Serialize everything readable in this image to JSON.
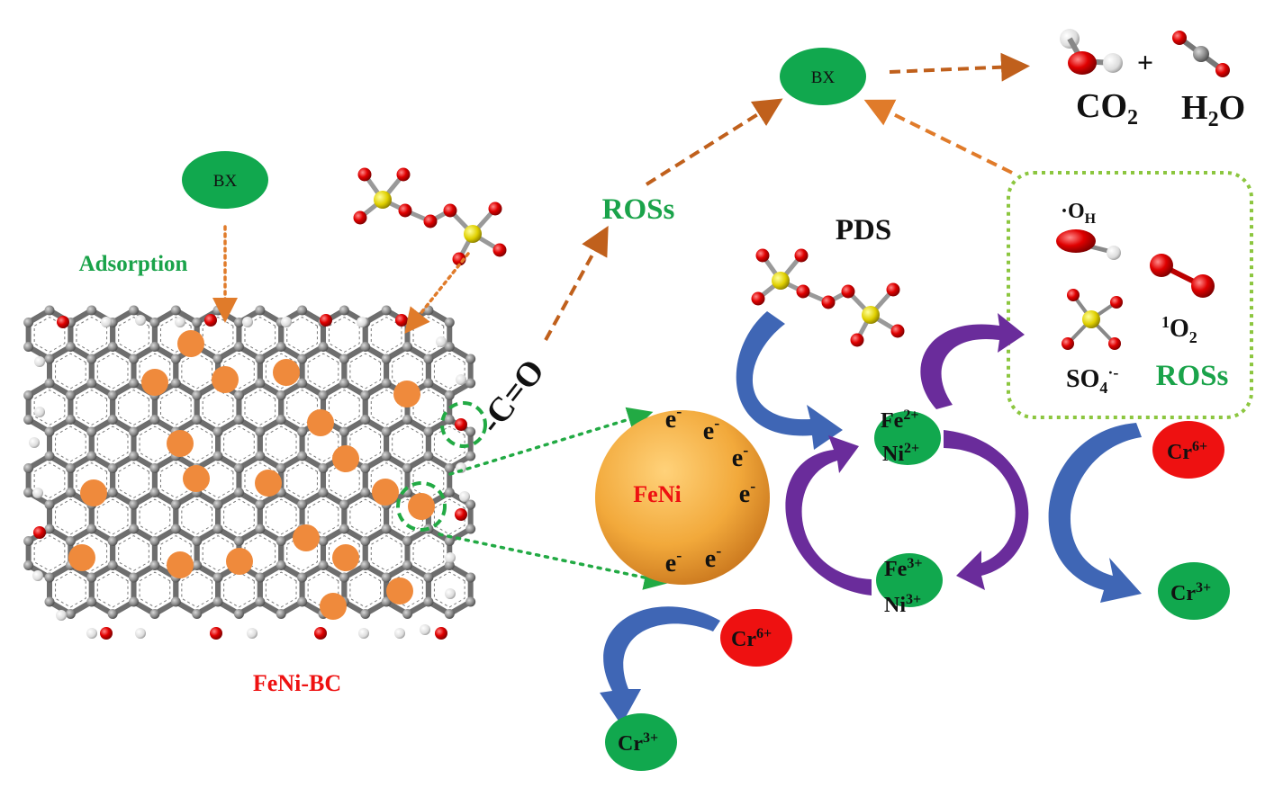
{
  "labels": {
    "bx_top": "BX",
    "bx_left": "BX",
    "adsorption": "Adsorption",
    "ross_center": "ROSs",
    "ross_box": "ROSs",
    "pds": "PDS",
    "carbonyl": "-C=O",
    "feni": "FeNi",
    "feni_bc": "FeNi-BC",
    "plus": "+",
    "co2": "CO",
    "co2_sub": "2",
    "h2o_h": "H",
    "h2o_sub": "2",
    "h2o_o": "O",
    "oh_radical": "·O",
    "oh_radical_sub": "H",
    "singlet_pre": "1",
    "singlet_o": "O",
    "singlet_sub": "2",
    "so4_base": "SO",
    "so4_sub": "4",
    "so4_sup": "·-",
    "fe2": "Fe",
    "fe2_sup": "2+",
    "ni2": "Ni",
    "ni2_sup": "2+",
    "fe3": "Fe",
    "fe3_sup": "3+",
    "ni3": "Ni",
    "ni3_sup": "3+",
    "cr6_right": "Cr",
    "cr6_right_sup": "6+",
    "cr3_right": "Cr",
    "cr3_right_sup": "3+",
    "cr6_bottom": "Cr",
    "cr6_bottom_sup": "6+",
    "cr3_bottom": "Cr",
    "cr3_bottom_sup": "3+",
    "electron": "e",
    "electron_sup": "-"
  },
  "colors": {
    "green_node": "#11a84e",
    "green_text": "#1aa34a",
    "red_node": "#ee1111",
    "red_text": "#ee1111",
    "orange_arrow": "#e07b2a",
    "brown_arrow": "#c0601c",
    "dotted_green": "#22aa44",
    "blue_arrow": "#3f66b5",
    "purple_arrow": "#6a2c9b",
    "feni_sphere": "#f2a93b",
    "graphene_dot": "#ef8a3c"
  }
}
